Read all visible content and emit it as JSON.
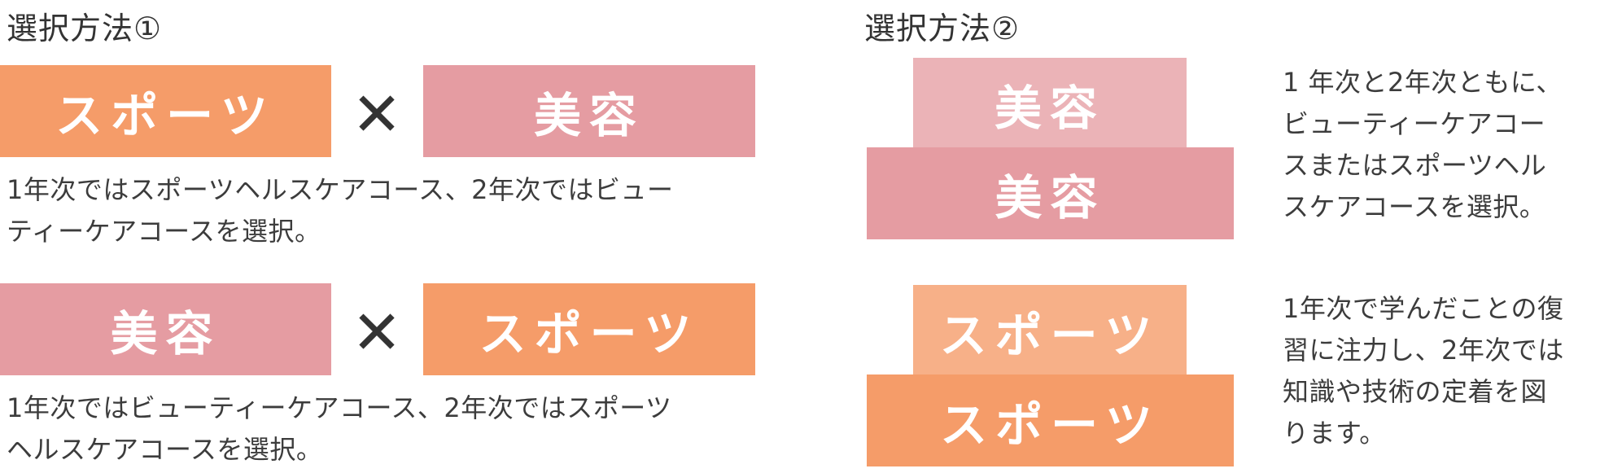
{
  "colors": {
    "sports": "#f59c69",
    "sports_light": "#f7b088",
    "beauty": "#e59ca2",
    "beauty_light": "#ebb3b7",
    "text": "#3c3c3c"
  },
  "method1": {
    "heading": "選択方法①",
    "combo1": {
      "left_label": "スポーツ",
      "cross": "✕",
      "right_label": "美容",
      "description_line1": "1年次ではスポーツヘルスケアコース、2年次ではビュー",
      "description_line2": "ティーケアコースを選択。"
    },
    "combo2": {
      "left_label": "美容",
      "cross": "✕",
      "right_label": "スポーツ",
      "description_line1": "1年次ではビューティーケアコース、2年次ではスポーツ",
      "description_line2": "ヘルスケアコースを選択。"
    }
  },
  "method2": {
    "heading": "選択方法②",
    "stack1": {
      "top_label": "美容",
      "bottom_label": "美容",
      "description_line1": "1 年次と2年次ともに、",
      "description_line2": "ビューティーケアコー",
      "description_line3": "スまたはスポーツヘル",
      "description_line4": "スケアコースを選択。"
    },
    "stack2": {
      "top_label": "スポーツ",
      "bottom_label": "スポーツ",
      "description_line1": "1年次で学んだことの復",
      "description_line2": "習に注力し、2年次では",
      "description_line3": "知識や技術の定着を図",
      "description_line4": "ります。"
    }
  }
}
